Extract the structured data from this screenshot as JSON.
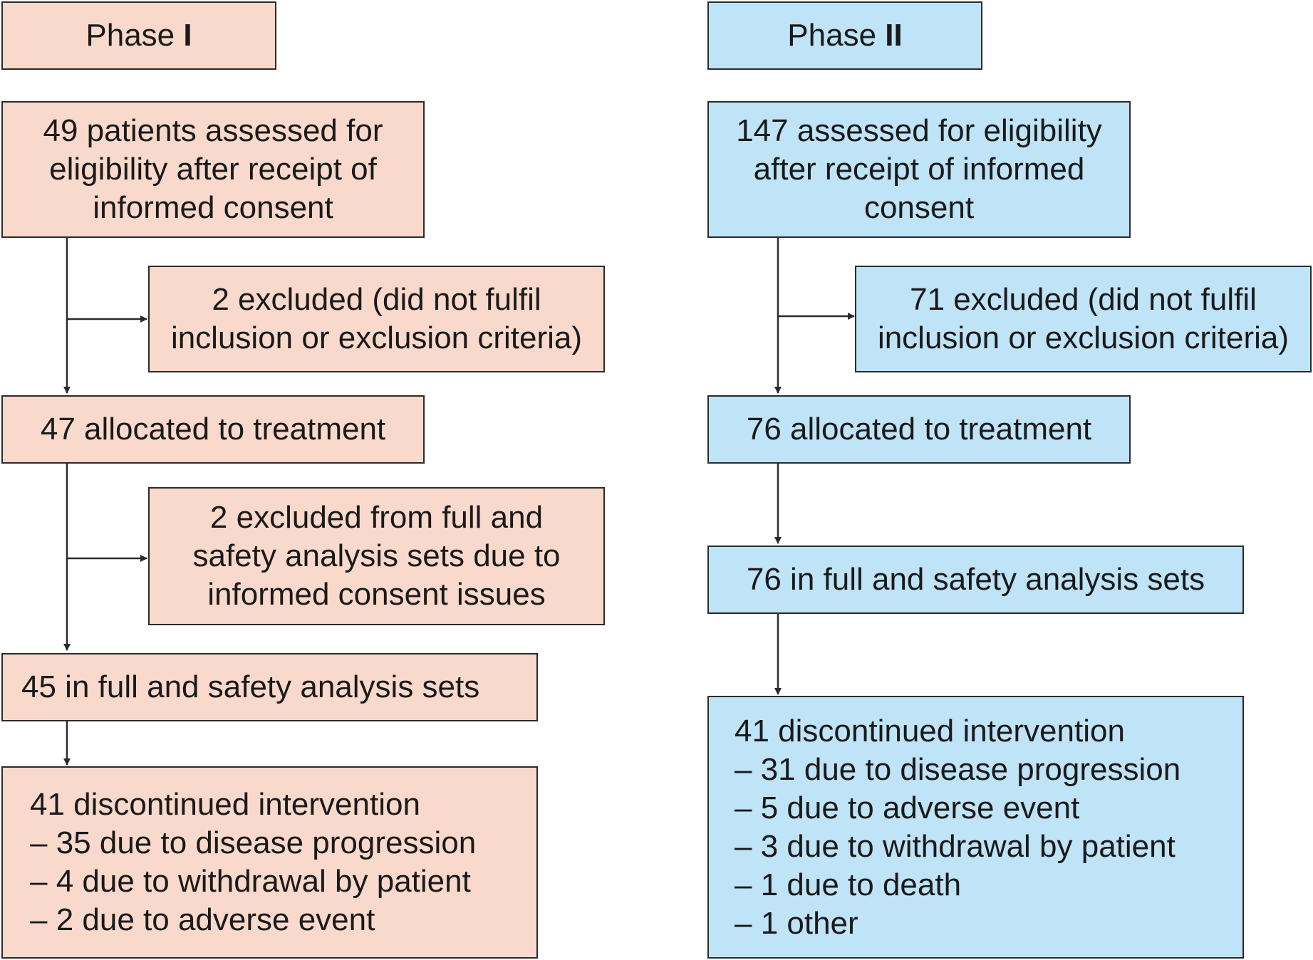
{
  "phase1": {
    "header_prefix": "Phase ",
    "header_roman": "I",
    "assessed": [
      "49 patients assessed for",
      "eligibility after receipt of",
      "informed consent"
    ],
    "excluded": [
      "2 excluded (did not fulfil",
      "inclusion or exclusion criteria)"
    ],
    "allocated": "47 allocated to treatment",
    "excluded_analysis": [
      "2 excluded from full and",
      "safety analysis sets due to",
      "informed consent issues"
    ],
    "analysis_sets": "45 in full and safety analysis sets",
    "discontinued": [
      "41 discontinued intervention",
      "– 35 due to disease progression",
      "– 4 due to withdrawal by patient",
      "– 2 due to adverse event"
    ]
  },
  "phase2": {
    "header_prefix": "Phase ",
    "header_roman": "II",
    "assessed": [
      "147 assessed for eligibility",
      "after receipt of informed",
      "consent"
    ],
    "excluded": [
      "71 excluded (did not fulfil",
      "inclusion or exclusion criteria)"
    ],
    "allocated": "76 allocated to treatment",
    "analysis_sets": "76 in full and safety analysis sets",
    "discontinued": [
      "41 discontinued intervention",
      "– 31 due to disease progression",
      "– 5 due to adverse event",
      "– 3 due to withdrawal by patient",
      "– 1 due to death",
      "– 1 other"
    ]
  },
  "colors": {
    "phase1_fill": "#f9d9cc",
    "phase2_fill": "#bfe3f7",
    "border": "#2b2b2b"
  }
}
